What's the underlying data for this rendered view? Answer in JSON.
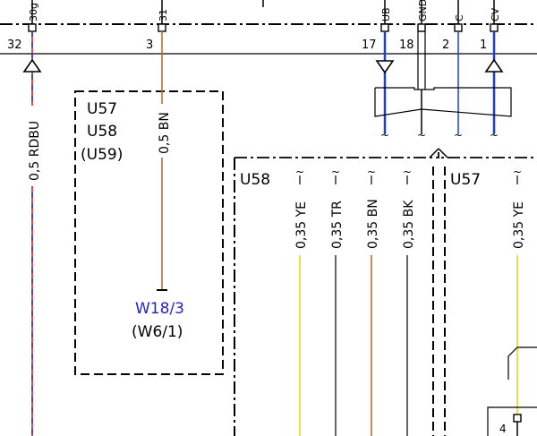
{
  "pins_top": {
    "p30g_label": "30g",
    "p31_label": "31",
    "pUB_label": "UB",
    "pGND_label": "GND",
    "pC_label": "C",
    "pCV_label": "CV"
  },
  "pin_numbers": {
    "n32": "32",
    "n3": "3",
    "n17": "17",
    "n18": "18",
    "n2": "2",
    "n1": "1",
    "n4": "4"
  },
  "wires": {
    "w_rdbu": "0,5 RDBU",
    "w_bn": "0,5 BN",
    "w_u58_ye": "0,35 YE",
    "w_u58_tr": "0,35 TR",
    "w_u58_bn": "0,35 BN",
    "w_u58_bk": "0,35 BK",
    "w_u57_ye": "0,35 YE"
  },
  "components": {
    "box_u57": "U57",
    "box_u58": "U58",
    "box_u59": "(U59)",
    "section_u58": "U58",
    "section_u57": "U57"
  },
  "refs": {
    "ref_w18": "W18/3",
    "ref_w6": "(W6/1)"
  },
  "colors": {
    "wire_blue": "#1b3ddb",
    "wire_red": "#e02020",
    "wire_brown": "#b5722e",
    "wire_yellow": "#e8d81e",
    "ref_blue": "#2323c8",
    "ink": "#000000"
  }
}
